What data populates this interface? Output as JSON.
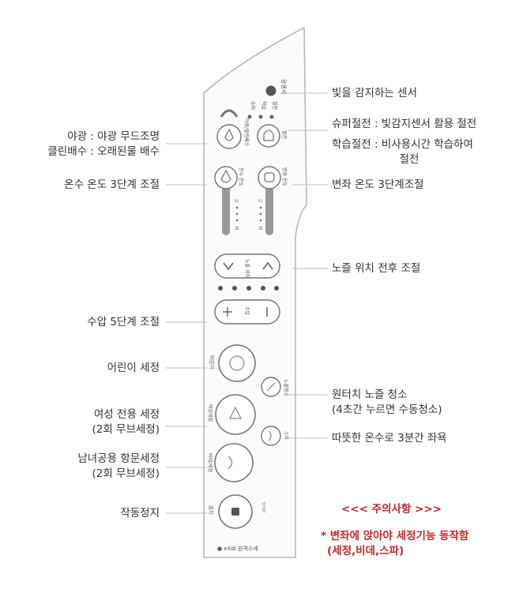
{
  "remote": {
    "brand": "● eXdi 원격수세",
    "buttons": {
      "sensor": "광센서",
      "super_saving": "슈퍼",
      "learning": "학습",
      "power": "절전",
      "night_light_drain": "야광/클린배수",
      "saving": "절전",
      "water_temp": "온수 온도",
      "seat_temp": "변좌 온도",
      "low": "저",
      "high": "고",
      "position": "노즐\n위치",
      "pressure": "수압",
      "nozzle_clean": "노즐청소",
      "child": "어린이",
      "female": "여성세정",
      "common": "비데/세정",
      "spa": "스파",
      "stop": "정지",
      "stop_sub": "STOP"
    }
  },
  "labels": {
    "night_light": "야광 : 야광 무드조명",
    "clean_drain": "클린배수 : 오래된물 배수",
    "water_temp": "온수 온도 3단계 조절",
    "pressure": "수압 5단계 조절",
    "child_wash": "어린이 세정",
    "female_wash_1": "여성 전용 세정",
    "female_wash_2": "(2회 무브세정)",
    "common_wash_1": "남녀공용 항문세정",
    "common_wash_2": "(2회 무브세정)",
    "stop": "작동정지",
    "sensor": "빛을 감지하는 센서",
    "super_saving": "슈퍼절전 : 빛감지센서 활용 절전",
    "learning_saving_1": "학습절전 : 비사용시간 학습하여",
    "learning_saving_2": "절전",
    "seat_temp": "변좌 온도 3단계조절",
    "nozzle_position": "노즐 위치 전후 조절",
    "nozzle_clean_1": "원터치 노즐 청소",
    "nozzle_clean_2": "(4초간 누르면 수동청소)",
    "spa": "따뜻한 온수로 3분간 좌욕"
  },
  "notice": {
    "title": "<<< 주의사항 >>>",
    "line1": "* 변좌에 앉아야 세정기능 동작함",
    "line2": "(세정,비데,스파)"
  }
}
